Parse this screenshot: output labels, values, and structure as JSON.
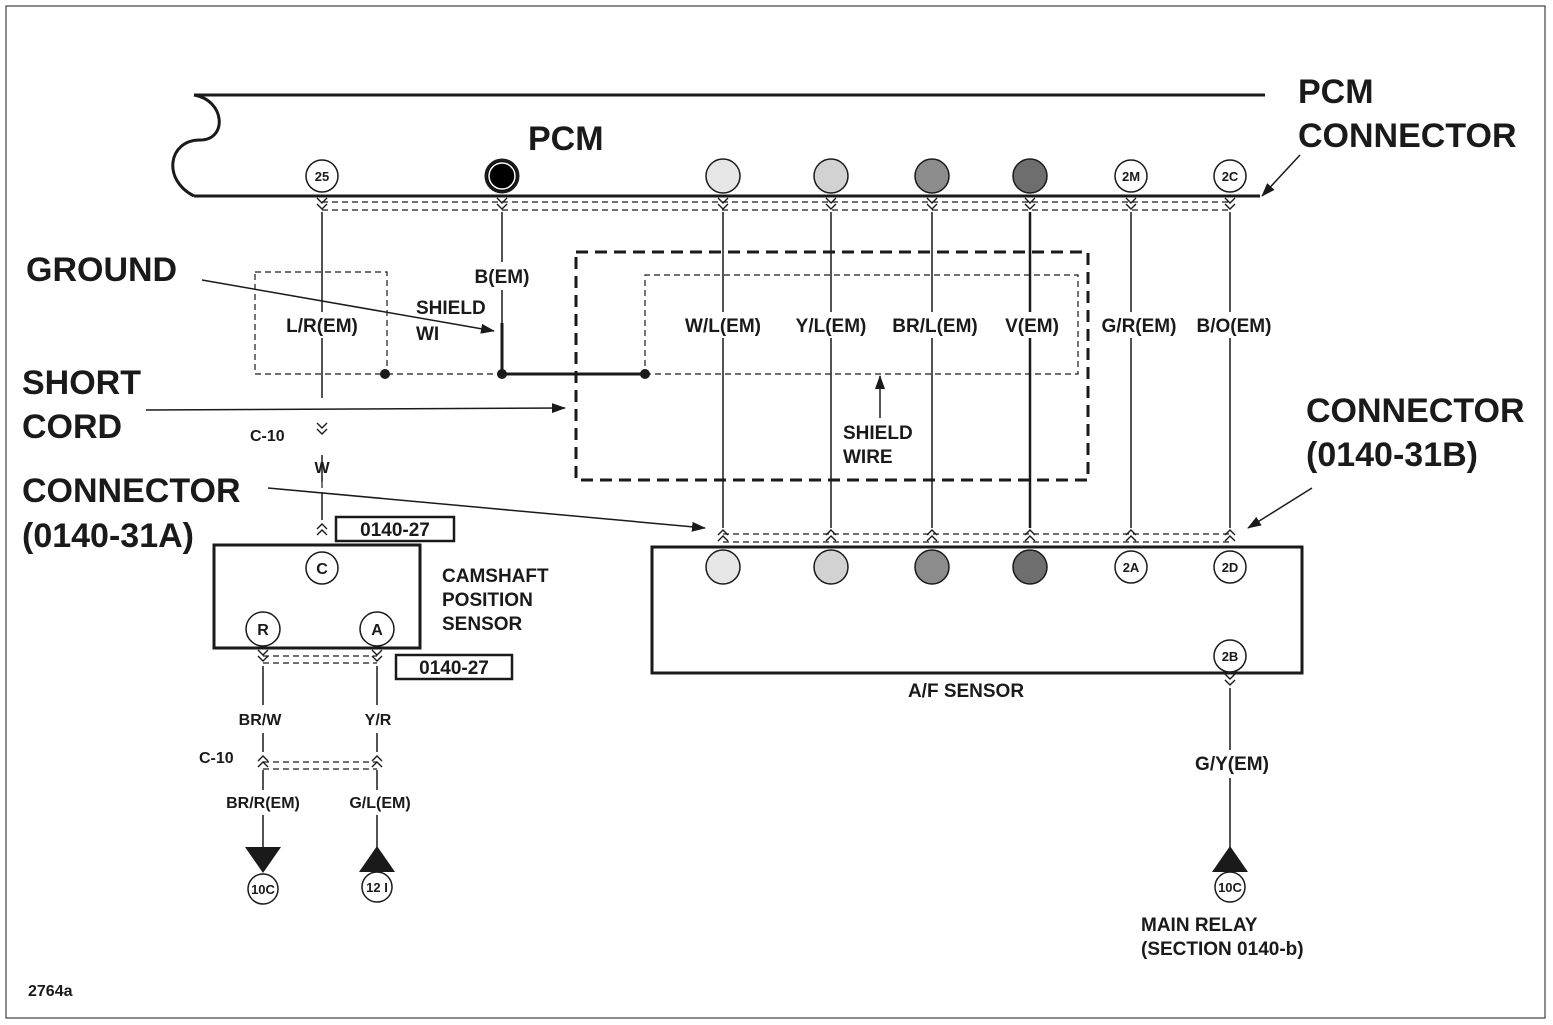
{
  "pcm": {
    "label": "PCM",
    "connector_label_line1": "PCM",
    "connector_label_line2": "CONNECTOR",
    "pins": [
      "25",
      "2M",
      "2C"
    ]
  },
  "callouts": {
    "ground": "GROUND",
    "short_cord_line1": "SHORT",
    "short_cord_line2": "CORD",
    "connector_a_line1": "CONNECTOR",
    "connector_a_line2": "(0140-31A)",
    "connector_b_line1": "CONNECTOR",
    "connector_b_line2": "(0140-31B)",
    "shield_wire_line1": "SHIELD",
    "shield_wire_line2": "WIRE",
    "shield_wire_partial_line1": "SHIELD",
    "shield_wire_partial_line2": "WI"
  },
  "wires": {
    "lr_em": "L/R(EM)",
    "b_em": "B(EM)",
    "wl_em": "W/L(EM)",
    "yl_em": "Y/L(EM)",
    "brl_em": "BR/L(EM)",
    "v_em": "V(EM)",
    "gr_em": "G/R(EM)",
    "bo_em": "B/O(EM)",
    "w": "W",
    "brw": "BR/W",
    "yr": "Y/R",
    "brr_em": "BR/R(EM)",
    "gl_em": "G/L(EM)",
    "gy_em": "G/Y(EM)"
  },
  "connectors": {
    "c10_top": "C-10",
    "c10_bottom": "C-10",
    "ref_top": "0140-27",
    "ref_bottom": "0140-27"
  },
  "camshaft_sensor": {
    "label_line1": "CAMSHAFT",
    "label_line2": "POSITION",
    "label_line3": "SENSOR",
    "pins": [
      "C",
      "R",
      "A"
    ]
  },
  "af_sensor": {
    "label": "A/F SENSOR",
    "pins": [
      "2A",
      "2D",
      "2B"
    ]
  },
  "terminals": {
    "t_10c_left": "10C",
    "t_12i": "12 I",
    "t_10c_right": "10C"
  },
  "main_relay": {
    "line1": "MAIN RELAY",
    "line2": "(SECTION 0140-b)"
  },
  "figure_id": "2764a",
  "colors": {
    "line": "#1a1a1a",
    "pin_white": "#e6e6e6",
    "pin_light": "#d2d2d2",
    "pin_mid": "#8c8c8c",
    "pin_dark": "#6e6e6e",
    "pin_black": "#000000"
  }
}
